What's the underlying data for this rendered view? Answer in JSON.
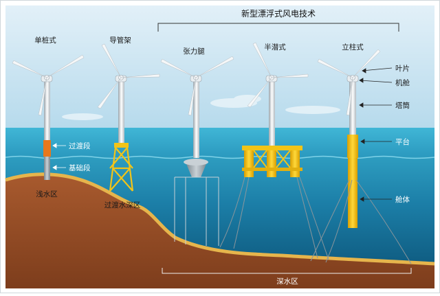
{
  "header": {
    "title": "新型漂浮式风电技术"
  },
  "turbines": [
    {
      "type": "单桩式"
    },
    {
      "type": "导管架"
    },
    {
      "type": "张力腿"
    },
    {
      "type": "半潜式"
    },
    {
      "type": "立柱式"
    }
  ],
  "part_labels": {
    "blade": "叶片",
    "nacelle": "机舱",
    "tower": "塔筒",
    "platform": "平台",
    "hull": "舱体",
    "transition_piece": "过渡段",
    "foundation": "基础段"
  },
  "zones": {
    "shallow": "浅水区",
    "transition": "过渡水深区",
    "deep": "深水区"
  },
  "colors": {
    "sky_top": "#d8eaf6",
    "sky_bottom": "#b9dcee",
    "sea_surface": "#2aa3c4",
    "sea_deep": "#0d5f86",
    "seabed": "#9a4f28",
    "seabed_edge": "#e0b04a",
    "platform_yellow": "#f2c418",
    "transition_orange": "#e8781c"
  }
}
